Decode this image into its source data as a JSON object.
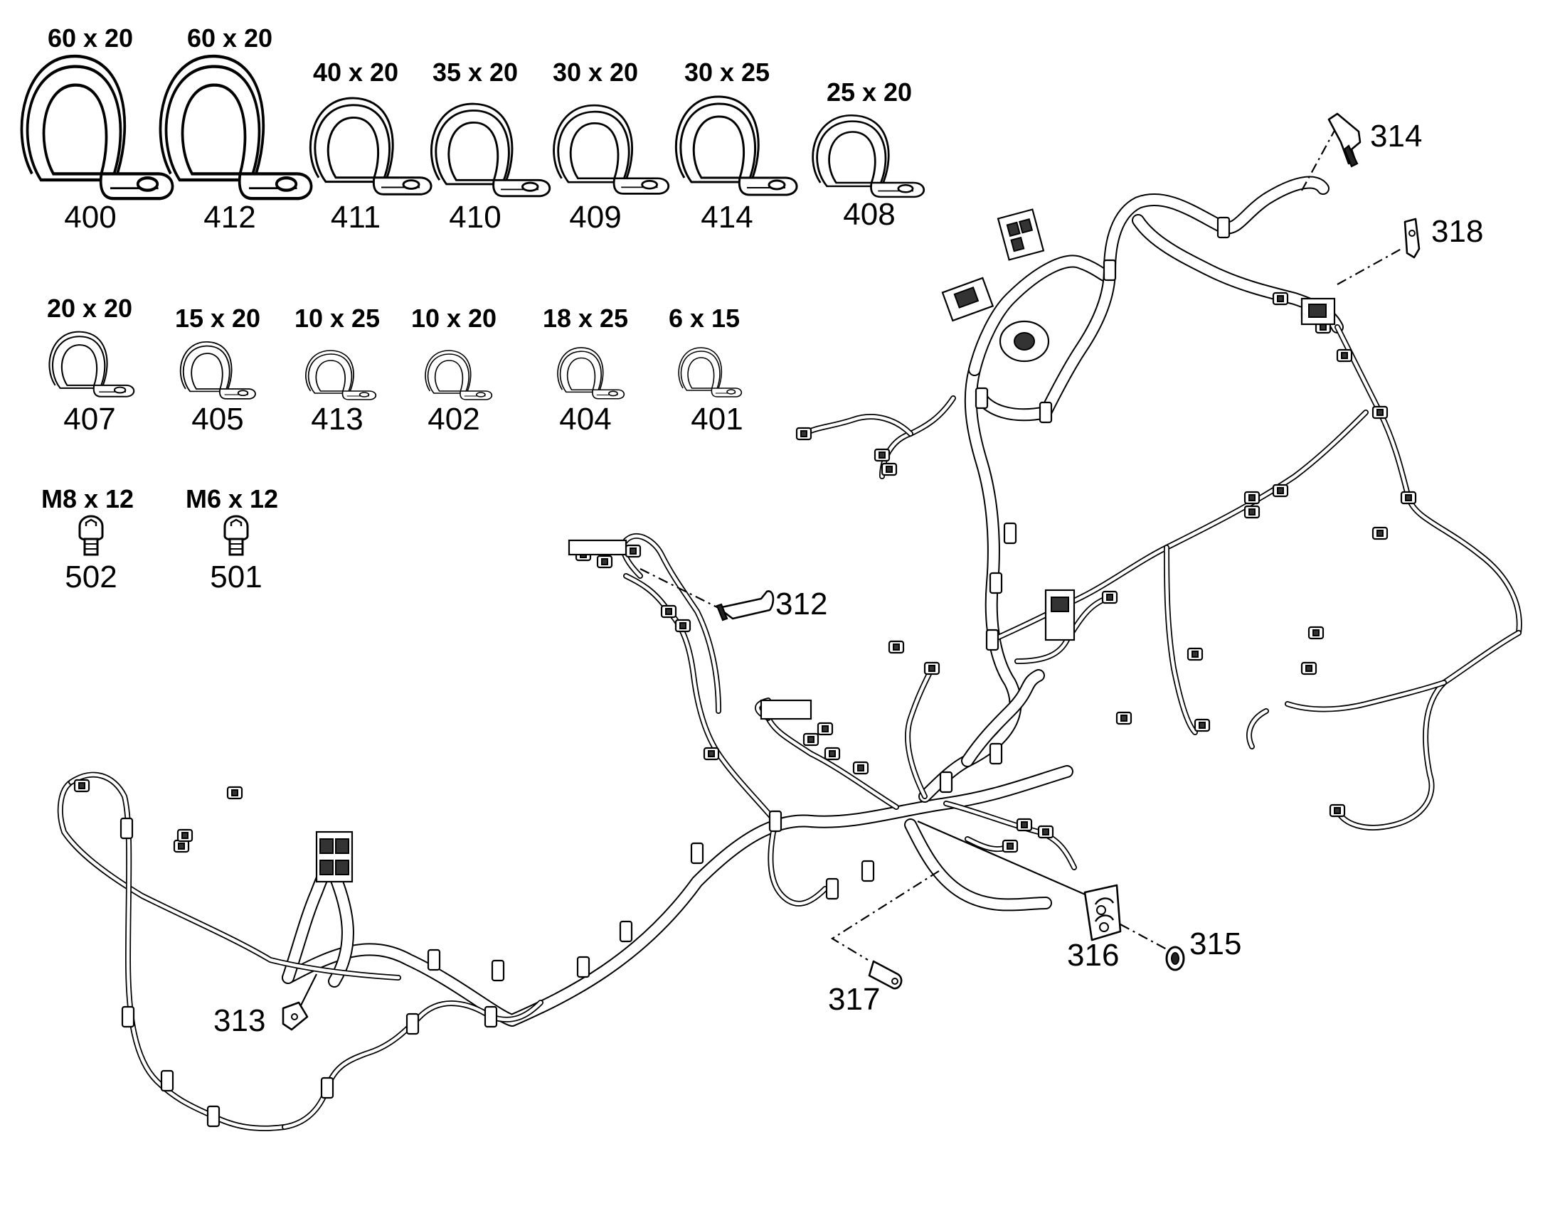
{
  "clamps_row1": [
    {
      "size": "60 x 20",
      "number": "400"
    },
    {
      "size": "60 x 20",
      "number": "412"
    },
    {
      "size": "40 x 20",
      "number": "411"
    },
    {
      "size": "35 x 20",
      "number": "410"
    },
    {
      "size": "30 x 20",
      "number": "409"
    },
    {
      "size": "30 x 25",
      "number": "414"
    },
    {
      "size": "25 x 20",
      "number": "408"
    }
  ],
  "clamps_row2": [
    {
      "size": "20 x 20",
      "number": "407"
    },
    {
      "size": "15 x 20",
      "number": "405"
    },
    {
      "size": "10 x 25",
      "number": "413"
    },
    {
      "size": "10 x 20",
      "number": "402"
    },
    {
      "size": "18 x 25",
      "number": "404"
    },
    {
      "size": "6 x 15",
      "number": "401"
    }
  ],
  "screws": [
    {
      "size": "M8 x 12",
      "number": "502"
    },
    {
      "size": "M6 x 12",
      "number": "501"
    }
  ],
  "callouts": {
    "c312": "312",
    "c313": "313",
    "c314": "314",
    "c315": "315",
    "c316": "316",
    "c317": "317",
    "c318": "318"
  }
}
